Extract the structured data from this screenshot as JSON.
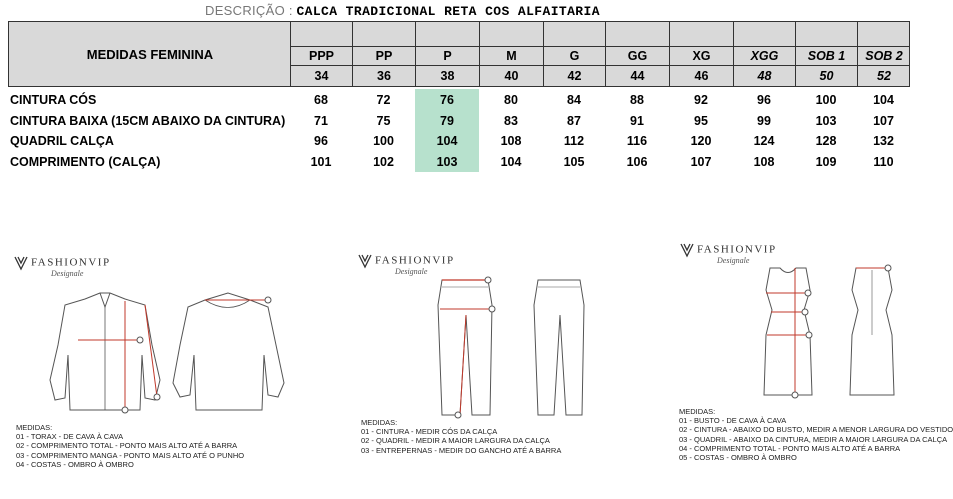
{
  "header": {
    "label": "DESCRIÇÃO :",
    "value": "CALCA TRADICIONAL RETA COS ALFAITARIA"
  },
  "table": {
    "head_label": "MEDIDAS FEMININA",
    "sizes": [
      {
        "label": "PPP",
        "number": "34"
      },
      {
        "label": "PP",
        "number": "36"
      },
      {
        "label": "P",
        "number": "38"
      },
      {
        "label": "M",
        "number": "40"
      },
      {
        "label": "G",
        "number": "42"
      },
      {
        "label": "GG",
        "number": "44"
      },
      {
        "label": "XG",
        "number": "46"
      },
      {
        "label": "XGG",
        "number": "48"
      },
      {
        "label": "SOB 1",
        "number": "50"
      },
      {
        "label": "SOB 2",
        "number": "52"
      }
    ],
    "rows": [
      {
        "label": "CINTURA CÓS",
        "values": [
          "68",
          "72",
          "76",
          "80",
          "84",
          "88",
          "92",
          "96",
          "100",
          "104"
        ]
      },
      {
        "label": "CINTURA BAIXA (15CM ABAIXO DA CINTURA)",
        "values": [
          "71",
          "75",
          "79",
          "83",
          "87",
          "91",
          "95",
          "99",
          "103",
          "107"
        ]
      },
      {
        "label": "QUADRIL CALÇA",
        "values": [
          "96",
          "100",
          "104",
          "108",
          "112",
          "116",
          "120",
          "124",
          "128",
          "132"
        ]
      },
      {
        "label": "COMPRIMENTO (CALÇA)",
        "values": [
          "101",
          "102",
          "103",
          "104",
          "105",
          "106",
          "107",
          "108",
          "109",
          "110"
        ]
      }
    ],
    "highlight_color": "#b7e1cd",
    "header_bg": "#d9d9d9"
  },
  "brand": {
    "name": "FASHIONVIP",
    "signature": "Designale"
  },
  "panels": {
    "shirt": {
      "notes": [
        "MEDIDAS:",
        "01 - TORAX - DE CAVA À CAVA",
        "02 - COMPRIMENTO TOTAL - PONTO MAIS ALTO ATÉ A BARRA",
        "03 - COMPRIMENTO MANGA - PONTO MAIS ALTO ATÉ O PUNHO",
        "04 - COSTAS - OMBRO À OMBRO"
      ]
    },
    "pants": {
      "notes": [
        "MEDIDAS:",
        "01 - CINTURA - MEDIR CÓS DA CALÇA",
        "02 - QUADRIL - MEDIR A MAIOR LARGURA DA CALÇA",
        "03 - ENTREPERNAS - MEDIR DO GANCHO ATÉ A BARRA"
      ]
    },
    "dress": {
      "notes": [
        "MEDIDAS:",
        "01 - BUSTO - DE CAVA À CAVA",
        "02 - CINTURA - ABAIXO DO BUSTO, MEDIR A MENOR LARGURA DO VESTIDO",
        "03 - QUADRIL - ABAIXO DA CINTURA, MEDIR A MAIOR LARGURA DA CALÇA",
        "04 - COMPRIMENTO TOTAL - PONTO MAIS ALTO ATÉ A BARRA",
        "05 - COSTAS - OMBRO À OMBRO"
      ]
    }
  }
}
